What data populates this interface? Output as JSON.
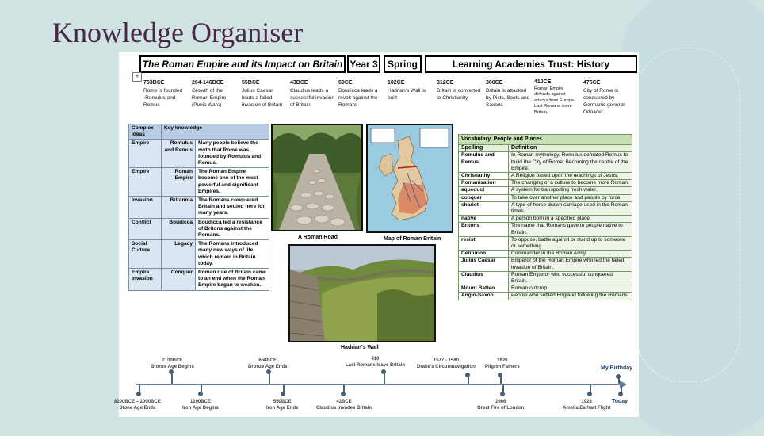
{
  "deck_title": "Knowledge Organiser",
  "header": {
    "title": "The Roman Empire and its Impact on Britain",
    "year": "Year 3",
    "term": "Spring",
    "trust": "Learning Academies Trust:  History"
  },
  "top_timeline": [
    {
      "date": "753BCE",
      "text": "Rome is founded -Romulus and Remus"
    },
    {
      "date": "264-146BCE",
      "text": "Growth of the Roman Empire (Punic Wars)"
    },
    {
      "date": "55BCE",
      "text": "Julius Caesar leads a failed invasion of Britain"
    },
    {
      "date": "43BCE",
      "text": "Claudius leads a successful invasion of Britain"
    },
    {
      "date": "60CE",
      "text": "Boudicca leads a revolt against the Romans"
    },
    {
      "date": "102CE",
      "text": "Hadrian's Wall is built"
    },
    {
      "date": "312CE",
      "text": "Britain is converted to Christianity"
    },
    {
      "date": "360CE",
      "text": "Britain is attacked by Picts, Scots and Saxons"
    },
    {
      "date": "410CE",
      "text": "Roman Empire defends against attacks from Europe.  Last Romans leave Britain."
    },
    {
      "date": "476CE",
      "text": "City of Rome is conquered by Germanic general Odoacer."
    }
  ],
  "knowledge": {
    "header": [
      "Complex Ideas",
      "Key knowledge"
    ],
    "rows": [
      {
        "idea": "Empire",
        "word": "Romulus and Remus",
        "text": "Many people believe the myth that Rome was founded by Romulus and Remus."
      },
      {
        "idea": "Empire",
        "word": "Roman Empire",
        "text": "The Roman Empire become one of the most powerful and significant Empires."
      },
      {
        "idea": "Invasion",
        "word": "Britannia",
        "text": "The Romans conquered Britain and settled here for many years."
      },
      {
        "idea": "Conflict",
        "word": "Boudicca",
        "text": "Boudicca led a resistance of Britons against the Romans."
      },
      {
        "idea": "Social Culture",
        "word": "Legacy",
        "text": "The Romans introduced many new ways of life which remain in Britain today."
      },
      {
        "idea": "Empire Invasion",
        "word": "Conquer",
        "text": "Roman rule of Britain came to an end when the Roman Empire began to weaken."
      }
    ]
  },
  "images": {
    "road": "A Roman Road",
    "map": "Map of Roman Britain",
    "wall": "Hadrian's Wall"
  },
  "vocab": {
    "title": "Vocabulary, People and Places",
    "header": [
      "Spelling",
      "Definition"
    ],
    "rows": [
      {
        "term": "Romulus and Remus",
        "def": "In Roman mythology, Romulus defeated Remus to build the City of Rome.  Becoming the centre of the Empire."
      },
      {
        "term": "Christianity",
        "def": "A Religion based upon the teachings of Jesus."
      },
      {
        "term": "Romanisation",
        "def": "The changing of a culture to become more Roman."
      },
      {
        "term": "aqueduct",
        "def": "A system for transporting fresh water."
      },
      {
        "term": "conquer",
        "def": "To take over another place and people by force."
      },
      {
        "term": "chariot",
        "def": "A type of horse-drawn carriage used in the Roman times."
      },
      {
        "term": "native",
        "def": "A person born in a specified place."
      },
      {
        "term": "Britons",
        "def": "The name that Romans gave to people native to Britain."
      },
      {
        "term": "resist",
        "def": "To oppose, battle against or stand up to someone or something."
      },
      {
        "term": "Centurion",
        "def": "Commander in the Roman Army."
      },
      {
        "term": "Julius Caesar",
        "def": "Emperor of the Roman Empire who led the failed invasion of Britain."
      },
      {
        "term": "Claudius",
        "def": "Roman Emperor who successful conquered Britain."
      },
      {
        "term": "Mount Batten",
        "def": "Roman outcrop"
      },
      {
        "term": "Anglo-Saxon",
        "def": "People who settled England following the Romans."
      }
    ]
  },
  "bottom_timeline": {
    "above": [
      {
        "date": "2100BCE",
        "label": "Bronze Age Begins"
      },
      {
        "date": "650BCE",
        "label": "Bronze Age Ends"
      },
      {
        "date": "410",
        "label": "Last Romans leave Britain"
      },
      {
        "date": "1577 - 1580",
        "label": "Drake's Circumnavigation"
      },
      {
        "date": "1620",
        "label": "Pilgrim Fathers"
      },
      {
        "date": "",
        "label": "My Birthday"
      }
    ],
    "below": [
      {
        "date": "8200BCE – 2000BCE",
        "label": "Stone Age Ends"
      },
      {
        "date": "1200BCE",
        "label": "Iron Age Begins"
      },
      {
        "date": "550BCE",
        "label": "Iron Age Ends"
      },
      {
        "date": "43BCE",
        "label": "Claudius invades Britain"
      },
      {
        "date": "1666",
        "label": "Great Fire of London"
      },
      {
        "date": "1928",
        "label": "Amelia Earhart Flight"
      },
      {
        "date": "",
        "label": "Today"
      }
    ]
  }
}
